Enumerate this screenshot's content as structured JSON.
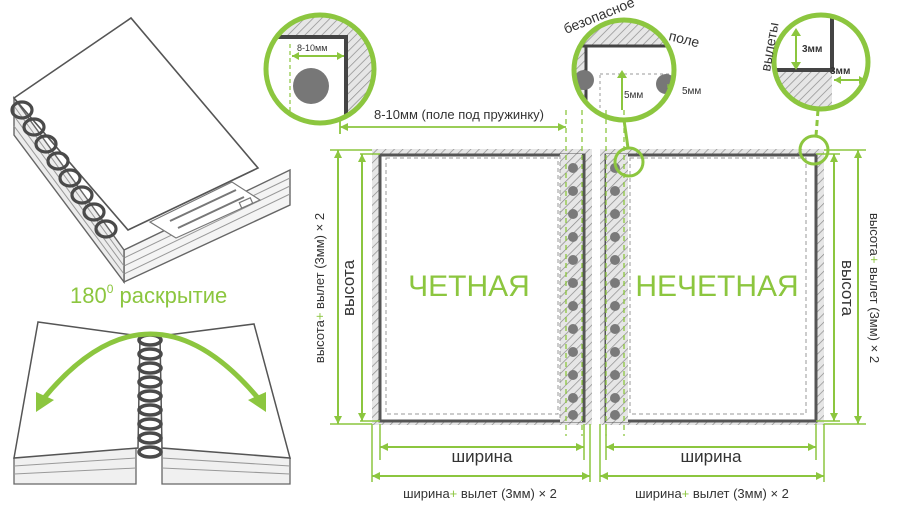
{
  "labels": {
    "opening": "180",
    "opening_deg": "0",
    "opening_rest": " раскрытие",
    "spiral_margin": "8-10мм (поле под пружинку)",
    "safe_zone_1": "безопасное",
    "safe_zone_2": "поле",
    "bleeds": "вылеты",
    "even": "ЧЕТНАЯ",
    "odd": "НЕЧЕТНАЯ",
    "height": "высота",
    "width": "ширина",
    "zoom_margin": "8-10мм",
    "zoom_safe_v": "5мм",
    "zoom_safe_h": "5мм",
    "zoom_bleed_v": "3мм",
    "zoom_bleed_h": "3мм"
  },
  "formulas": {
    "width_bleed_pre": "ширина",
    "width_bleed_post": " вылет (3мм)",
    "height_bleed_pre": "высота",
    "height_bleed_post": " вылет (3мм)",
    "times": "× 2",
    "plus": "+"
  },
  "colors": {
    "accent": "#8cc63f",
    "frame": "#555555",
    "hatch": "#9a9a9a",
    "text": "#333333"
  }
}
